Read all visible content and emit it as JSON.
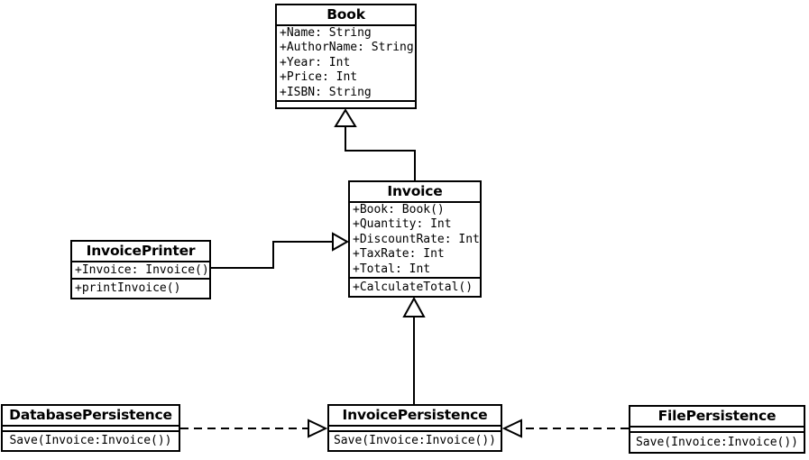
{
  "diagram": {
    "kind": "uml-class-diagram",
    "colors": {
      "line": "#000000",
      "background": "#ffffff",
      "box_fill": "#ffffff"
    },
    "classes": {
      "book": {
        "name": "Book",
        "attributes": [
          "+Name: String",
          "+AuthorName: String",
          "+Year: Int",
          "+Price: Int",
          "+ISBN: String"
        ],
        "methods": []
      },
      "invoice": {
        "name": "Invoice",
        "attributes": [
          "+Book: Book()",
          "+Quantity: Int",
          "+DiscountRate: Int",
          "+TaxRate: Int",
          "+Total: Int"
        ],
        "methods": [
          "+CalculateTotal()"
        ]
      },
      "invoice_printer": {
        "name": "InvoicePrinter",
        "attributes": [
          "+Invoice: Invoice()"
        ],
        "methods": [
          "+printInvoice()"
        ]
      },
      "database_persistence": {
        "name": "DatabasePersistence",
        "attributes": [],
        "methods": [
          "Save(Invoice:Invoice())"
        ]
      },
      "invoice_persistence": {
        "name": "InvoicePersistence",
        "attributes": [],
        "methods": [
          "Save(Invoice:Invoice())"
        ]
      },
      "file_persistence": {
        "name": "FilePersistence",
        "attributes": [],
        "methods": [
          "Save(Invoice:Invoice())"
        ]
      }
    },
    "relations": [
      {
        "from": "Invoice",
        "to": "Book",
        "line": "solid",
        "arrowhead": "hollow-triangle",
        "type": "generalization"
      },
      {
        "from": "InvoicePrinter",
        "to": "Invoice",
        "line": "solid",
        "arrowhead": "hollow-triangle",
        "type": "generalization"
      },
      {
        "from": "InvoicePersistence",
        "to": "Invoice",
        "line": "solid",
        "arrowhead": "hollow-triangle",
        "type": "generalization"
      },
      {
        "from": "DatabasePersistence",
        "to": "InvoicePersistence",
        "line": "dashed",
        "arrowhead": "hollow-triangle",
        "type": "realization"
      },
      {
        "from": "FilePersistence",
        "to": "InvoicePersistence",
        "line": "dashed",
        "arrowhead": "hollow-triangle",
        "type": "realization"
      }
    ]
  }
}
